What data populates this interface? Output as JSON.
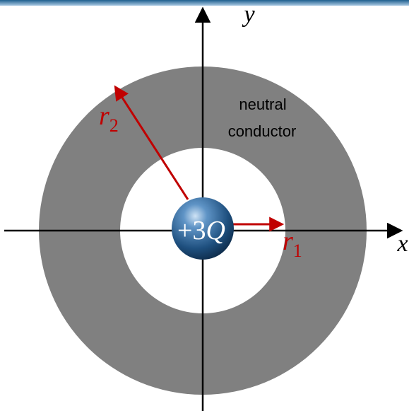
{
  "diagram": {
    "shell_label_line1": "neutral",
    "shell_label_line2": "conductor",
    "charge_sign_number": "+3",
    "charge_symbol": "Q",
    "x_axis_label": "x",
    "y_axis_label": "y",
    "inner_radius_symbol": "r",
    "inner_radius_subscript": "1",
    "outer_radius_symbol": "r",
    "outer_radius_subscript": "2"
  },
  "colors": {
    "header_bar_top": "#1f5f8f",
    "header_bar_bottom": "#9fc3e0",
    "shell_gray": "#808080",
    "axis_black": "#000000",
    "radius_red": "#c00000",
    "charge_blue": "#1f4f7f",
    "charge_text": "#ffffff"
  }
}
